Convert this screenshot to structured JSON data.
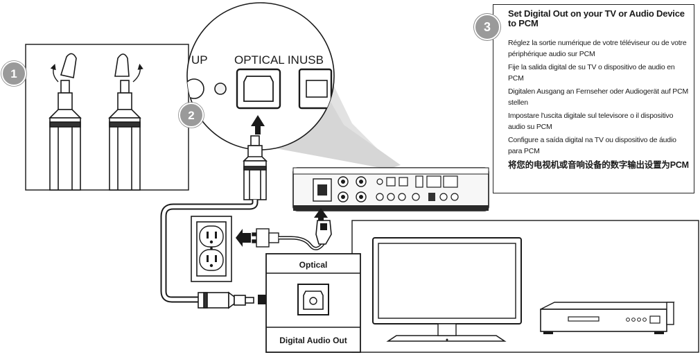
{
  "steps": {
    "step1": {
      "number": "1"
    },
    "step2": {
      "number": "2"
    },
    "step3": {
      "number": "3",
      "title": "Set Digital Out on your TV or Audio Device to PCM",
      "translations": [
        "Réglez la sortie numérique de votre téléviseur ou de votre périphérique audio sur PCM",
        "Fije la salida digital de su TV o dispositivo de audio en PCM",
        "Digitalen Ausgang an Fernseher oder Audiogerät auf PCM stellen",
        "Impostare l'uscita digitale sul televisore o il dispositivo audio su PCM",
        "Configure a saída digital na TV ou dispositivo de áudio para PCM",
        "将您的电视机或音响设备的数字输出设置为PCM"
      ]
    }
  },
  "zoom_panel": {
    "labels": {
      "partial_left": "UP",
      "optical": "OPTICAL IN",
      "usb": "USB"
    }
  },
  "tv_port": {
    "top_label": "Optical",
    "bottom_label": "Digital Audio Out"
  },
  "colors": {
    "badge": "#9a9a9a",
    "line": "#1a1a1a",
    "zoom_fill": "#cfcfcf",
    "device": "#2a2a2a"
  },
  "icons": [
    "protective-cap-icon",
    "optical-plug-icon",
    "arrow-icon",
    "power-outlet-icon",
    "power-plug-icon",
    "optical-port-icon",
    "tv-icon",
    "dvd-player-icon",
    "audio-device-icon"
  ]
}
